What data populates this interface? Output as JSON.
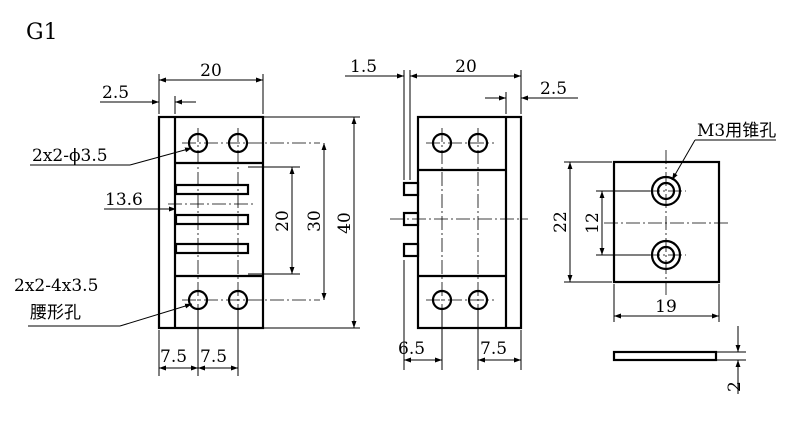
{
  "title": "G1",
  "front_view": {
    "dim_width": "20",
    "dim_edge": "2.5",
    "dim_hole_spacing_a": "20",
    "dim_hole_spacing_b": "30",
    "dim_height": "40",
    "dim_slot_len": "13.6",
    "dim_pitch_left": "7.5",
    "dim_pitch_right": "7.5",
    "callout_holes": "2x2-ϕ3.5",
    "callout_slots_line1": "2x2-4x3.5",
    "callout_slots_line2": "腰形孔"
  },
  "side_view": {
    "dim_tab": "1.5",
    "dim_width": "20",
    "dim_edge": "2.5",
    "dim_left": "6.5",
    "dim_right": "7.5"
  },
  "plate_view": {
    "callout": "M3用锥孔",
    "dim_height": "22",
    "dim_hole_spacing": "12",
    "dim_width": "19",
    "dim_thickness": "2"
  }
}
